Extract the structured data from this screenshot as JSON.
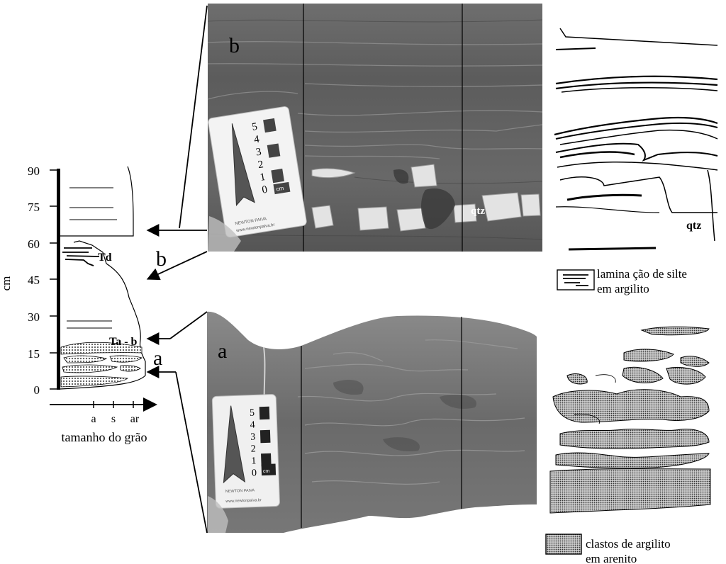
{
  "log": {
    "y_axis_label": "cm",
    "y_ticks": [
      "0",
      "15",
      "30",
      "45",
      "60",
      "75",
      "90"
    ],
    "x_ticks": [
      "a",
      "s",
      "ar"
    ],
    "x_axis_label": "tamanho do grão",
    "facies_labels": [
      "Td",
      "Ta - b"
    ]
  },
  "photos": {
    "upper_label": "b",
    "lower_label": "a",
    "callout_b": "b",
    "callout_a": "a",
    "mineral_label": "qtz",
    "scale_card": {
      "ticks": [
        "5",
        "4",
        "3",
        "2",
        "1",
        "0"
      ],
      "unit": "cm",
      "brand": "NEWTON PAIVA",
      "url": "www.newtonpaiva.br"
    }
  },
  "sketch": {
    "mineral_label": "qtz"
  },
  "legend": {
    "silt_line1": "lamina ção de  silte",
    "silt_line2": "em  argilito",
    "clast_line1": "clastos  de  argilito",
    "clast_line2": "em arenito"
  },
  "colors": {
    "ink": "#000000",
    "photo_dark": "#5a5a5a",
    "photo_mid": "#7a7a7a",
    "clast_fill": "#9a9a9a"
  }
}
